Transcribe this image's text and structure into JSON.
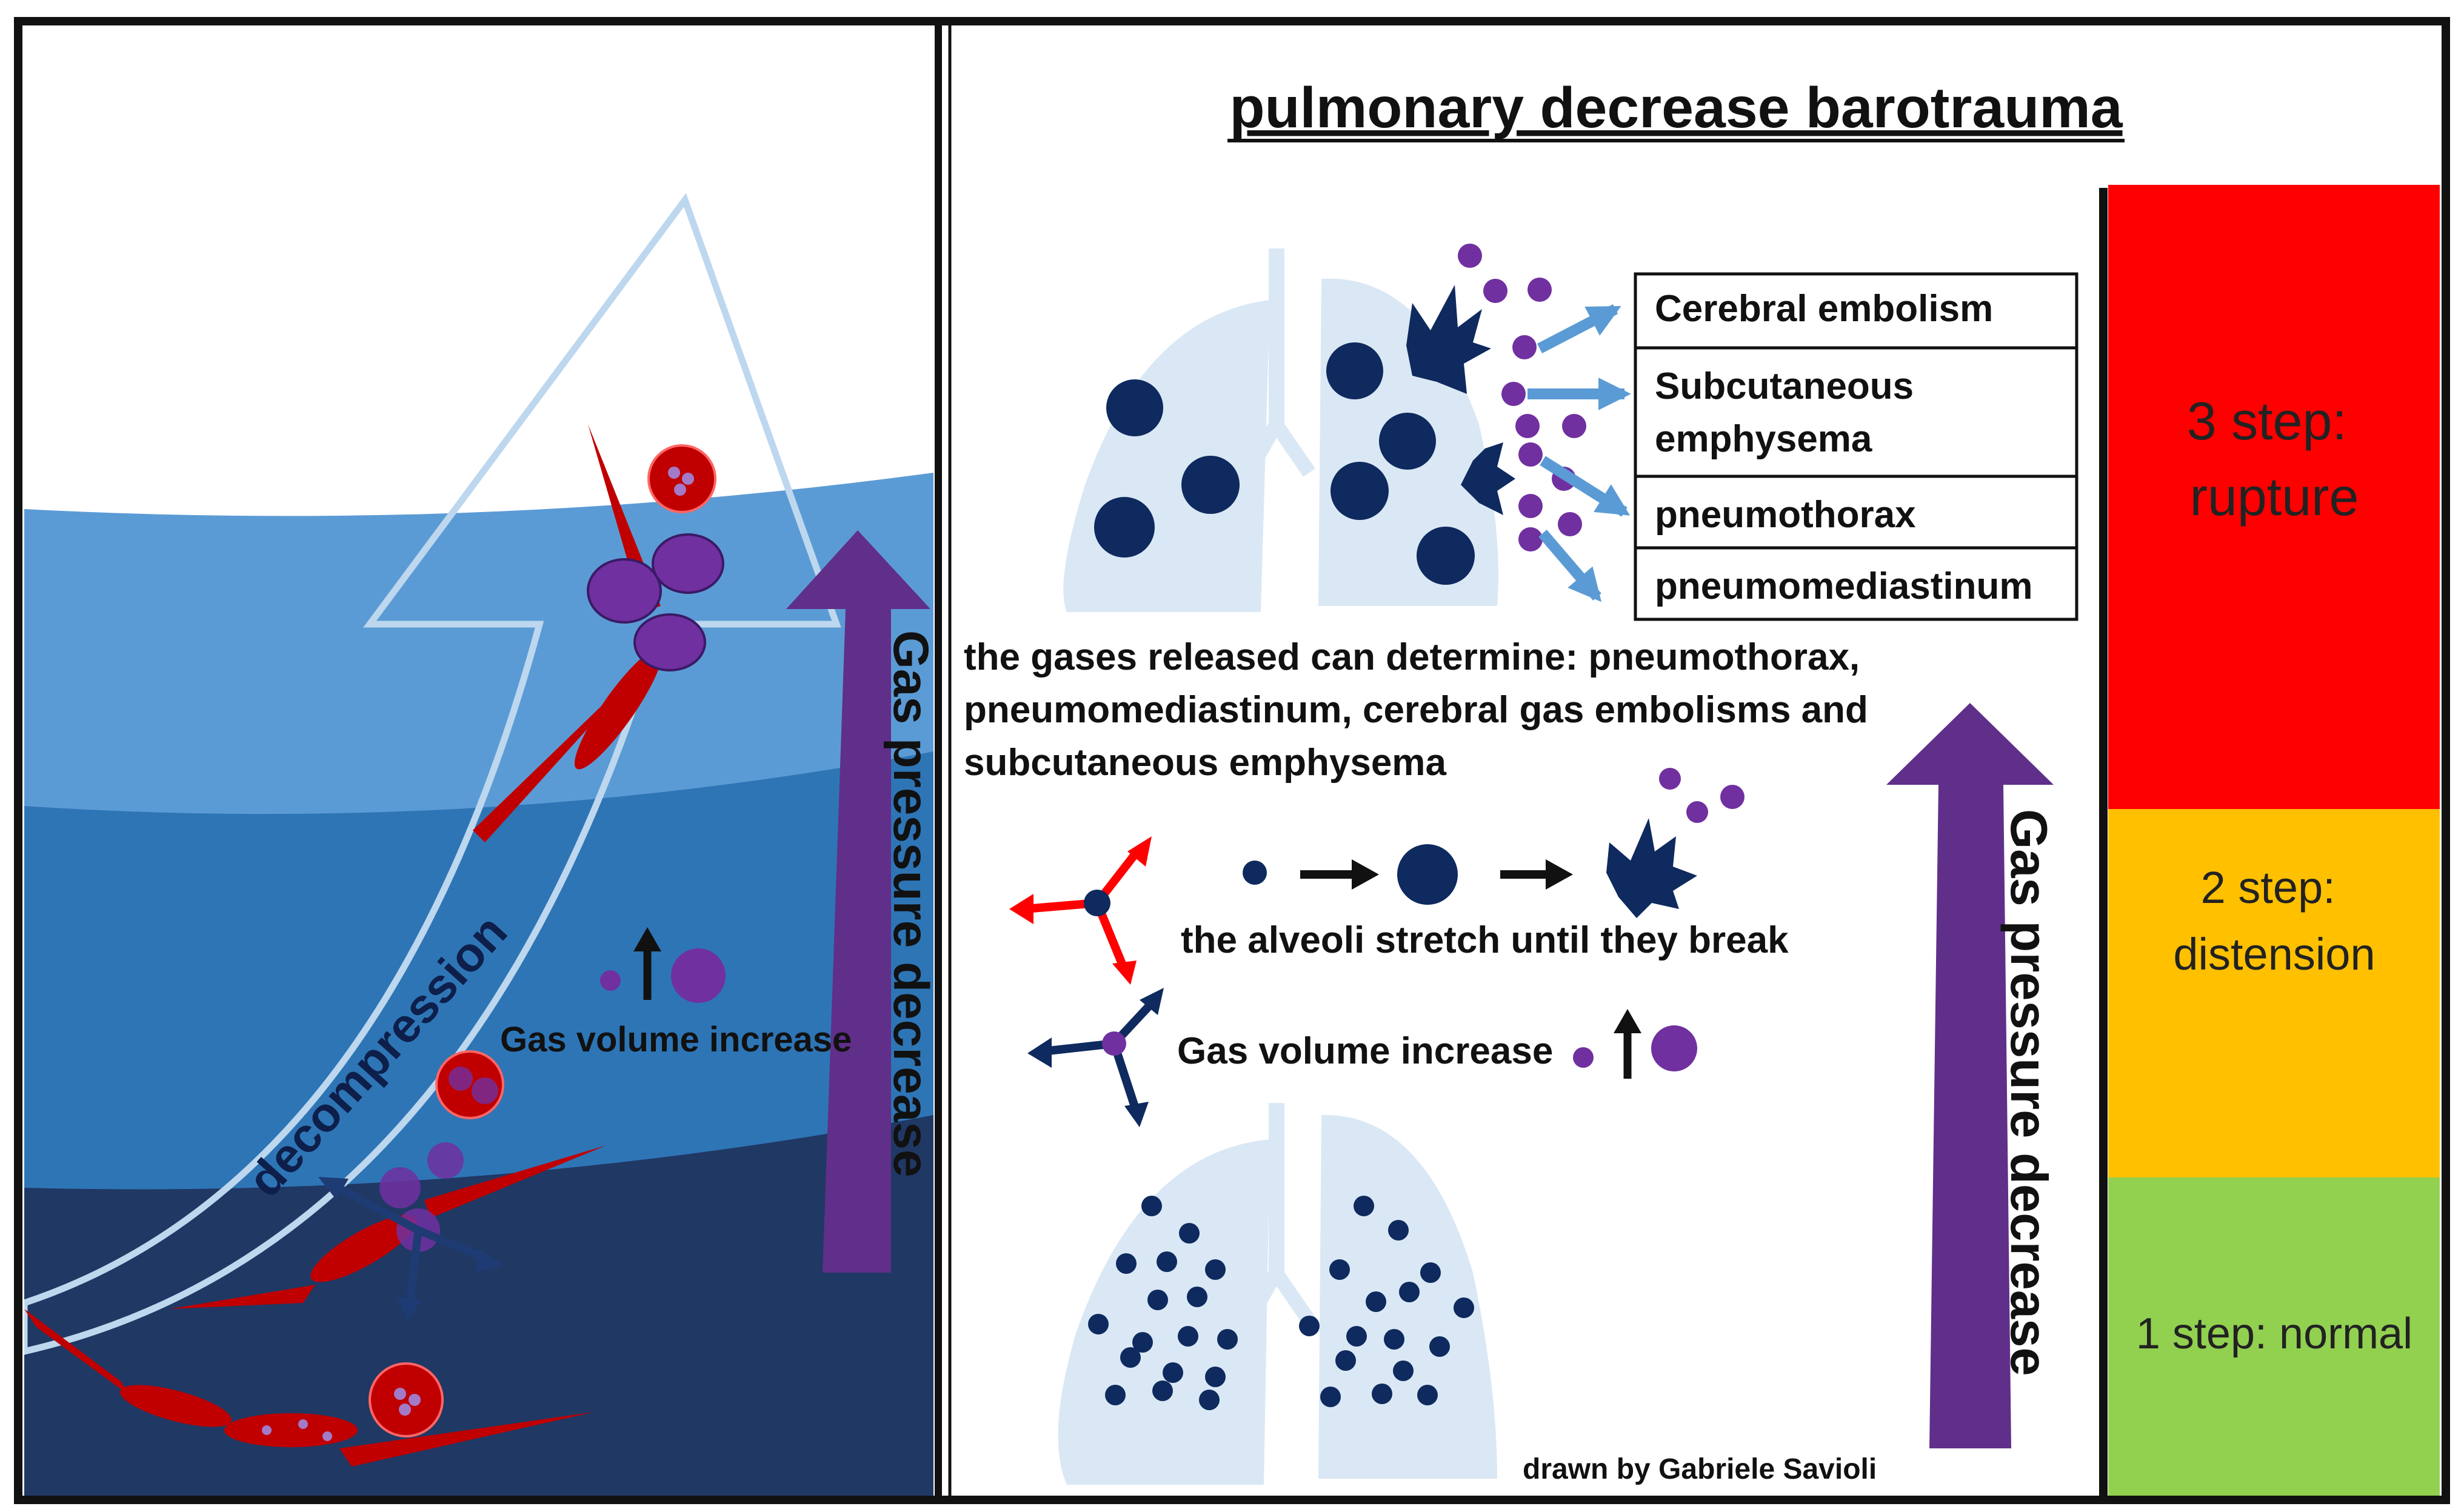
{
  "title": "pulmonary decrease barotrauma",
  "left_panel": {
    "ascent_label": "decompression",
    "pressure_label": "Gas pressure decrease",
    "gas_volume_label": "Gas volume increase"
  },
  "outcomes": [
    "Cerebral embolism",
    "Subcutaneous emphysema",
    "pneumothorax",
    "pneumomediastinum"
  ],
  "gases_text": [
    "the gases released can determine: pneumothorax,",
    "pneumomediastinum, cerebral gas embolisms and",
    "subcutaneous emphysema"
  ],
  "alveoli_text": "the alveoli stretch until they break",
  "gas_volume_text": "Gas volume increase",
  "pressure_label_right": "Gas pressure decrease",
  "credit": "drawn by Gabriele Savioli",
  "steps": [
    {
      "lines": [
        "3 step:",
        "rupture"
      ],
      "color": "#ff0000"
    },
    {
      "lines": [
        "2 step:",
        "distension"
      ],
      "color": "#ffc000"
    },
    {
      "lines": [
        "1 step: normal"
      ],
      "color": "#92d050"
    }
  ],
  "colors": {
    "water_1": "#5b9bd5",
    "water_2": "#2e75b6",
    "water_3": "#203864",
    "lung": "#dae8f5",
    "alveolus": "#0e2a5e",
    "bubble": "#7030a0",
    "pressure_arrow": "#602f8a",
    "outcome_arrow": "#5b9bd5",
    "diver": "#c00000"
  }
}
